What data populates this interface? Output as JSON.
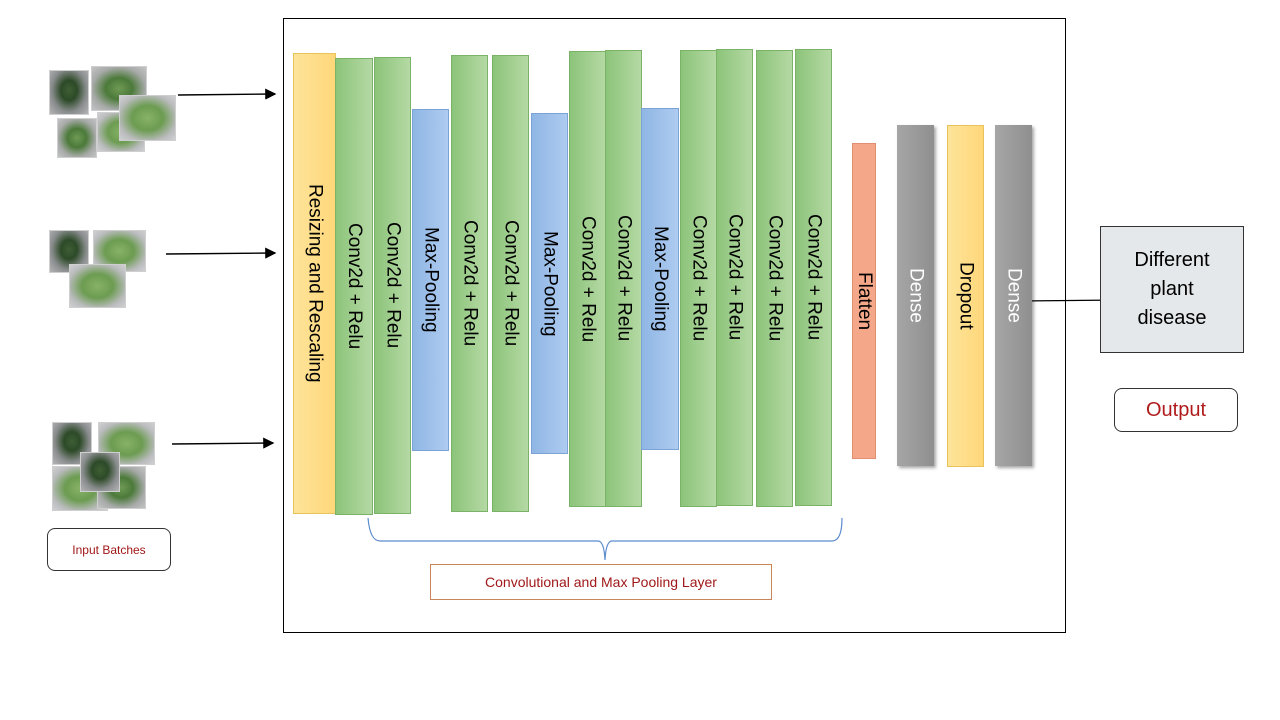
{
  "input_batches_label": "Input Batches",
  "conv_group_label": "Convolutional and Max Pooling Layer",
  "output_label": "Output",
  "output_box": [
    "Different",
    "plant",
    "disease"
  ],
  "layers": {
    "resize": "Resizing and Rescaling",
    "conv": "Conv2d + Relu",
    "pool": "Max-Pooling",
    "flatten": "Flatten",
    "dense": "Dense",
    "dropout": "Dropout"
  },
  "colors": {
    "yellow": "#ffd77a",
    "green": "#a3cf90",
    "blue": "#9dc0ea",
    "orange": "#f4a889",
    "gray": "#9a9a9a",
    "label_red": "#a01818",
    "brace_blue": "#5b8ccf"
  }
}
